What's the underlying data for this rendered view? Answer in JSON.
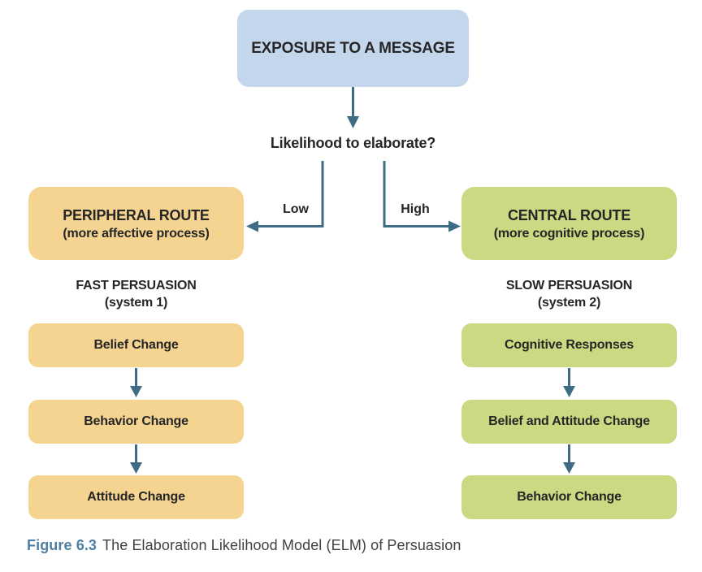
{
  "diagram": {
    "top_box": {
      "label": "EXPOSURE TO A MESSAGE"
    },
    "decision": {
      "label": "Likelihood to elaborate?"
    },
    "branches": {
      "low": "Low",
      "high": "High"
    },
    "left": {
      "route_title": "PERIPHERAL ROUTE",
      "route_subtitle": "(more affective process)",
      "mode_line1": "FAST PERSUASION",
      "mode_line2": "(system 1)",
      "steps": [
        "Belief Change",
        "Behavior Change",
        "Attitude Change"
      ]
    },
    "right": {
      "route_title": "CENTRAL ROUTE",
      "route_subtitle": "(more cognitive process)",
      "mode_line1": "SLOW PERSUASION",
      "mode_line2": "(system 2)",
      "steps": [
        "Cognitive Responses",
        "Belief and Attitude Change",
        "Behavior Change"
      ]
    },
    "caption": {
      "label": "Figure 6.3",
      "text": "The Elaboration Likelihood Model (ELM) of Persuasion"
    },
    "colors": {
      "top_box": "#c4d6ec",
      "left_box": "#f5d492",
      "right_box": "#cbd982",
      "arrow": "#3f6c85",
      "text": "#262626",
      "caption_label": "#4e7fa2",
      "caption_text": "#414042"
    }
  }
}
